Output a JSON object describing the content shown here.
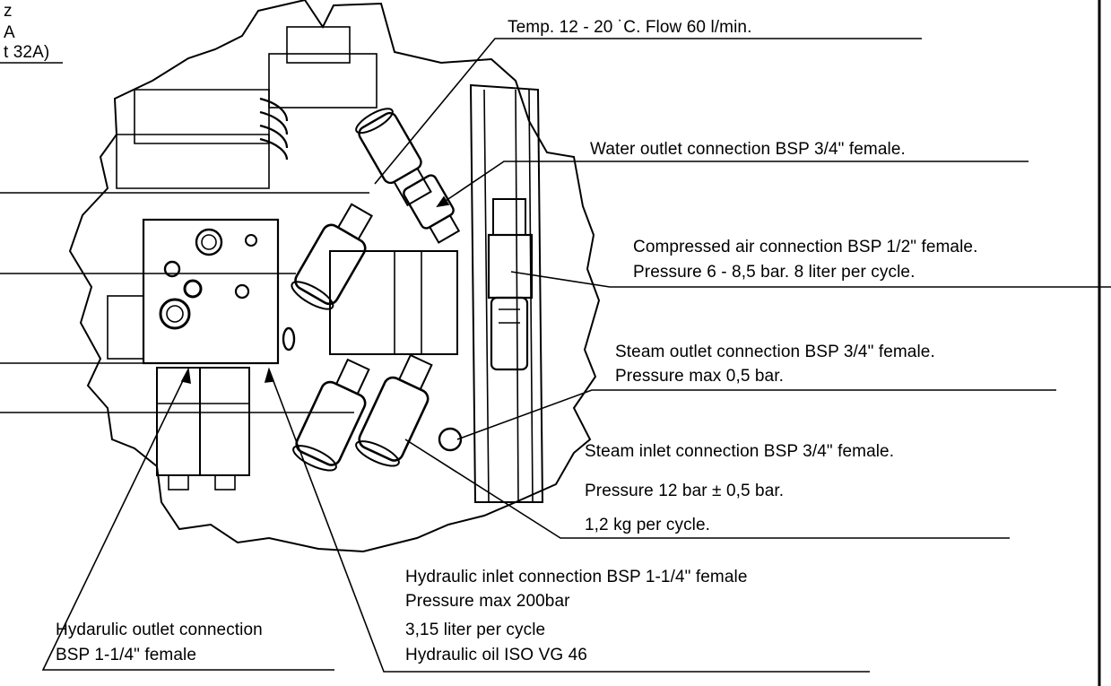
{
  "colors": {
    "line": "#000000",
    "background": "#ffffff"
  },
  "clipped_top_left": {
    "line1": "z",
    "line2": "A",
    "line3": "t 32A)"
  },
  "water_supply": {
    "text": "Temp. 12 - 20 ˙C. Flow 60 l/min."
  },
  "water_outlet": {
    "text": "Water outlet connection BSP 3/4\" female."
  },
  "compressed_air": {
    "line1": "Compressed air connection BSP 1/2\" female.",
    "line2": "Pressure 6 - 8,5 bar. 8 liter per cycle."
  },
  "steam_outlet": {
    "line1": "Steam outlet connection BSP 3/4\" female.",
    "line2": "Pressure max 0,5 bar."
  },
  "steam_inlet": {
    "line1": "Steam inlet connection BSP 3/4\" female.",
    "line2": "Pressure 12 bar ± 0,5 bar.",
    "line3": "1,2 kg per cycle."
  },
  "hydraulic_inlet": {
    "line1": "Hydraulic inlet connection BSP 1-1/4\" female",
    "line2": "Pressure max 200bar",
    "line3": "3,15 liter per cycle",
    "line4": "Hydraulic oil ISO VG 46"
  },
  "hydraulic_outlet": {
    "line1": "Hydarulic outlet connection",
    "line2": "BSP 1-1/4\" female"
  }
}
